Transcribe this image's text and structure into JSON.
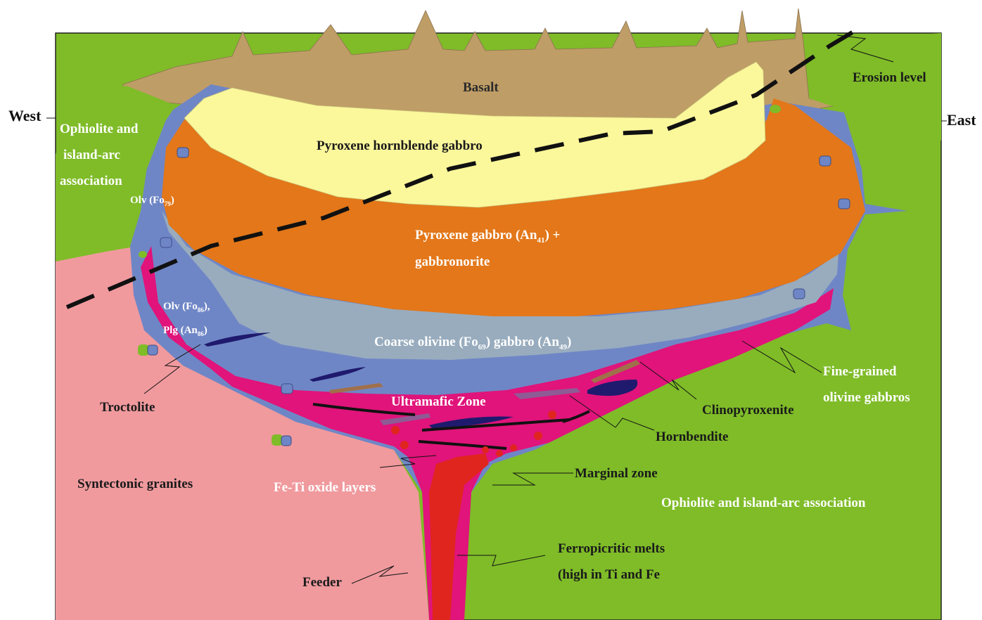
{
  "orientation": {
    "west": "West",
    "east": "East"
  },
  "colors": {
    "host_green": "#7fbc28",
    "granite_pink": "#f09a9e",
    "basalt_tan": "#bf9d66",
    "margin_blue": "#6f86c6",
    "hornblende_yellow": "#fbf79b",
    "gabbro_orange": "#e37719",
    "olivine_grey": "#98acbe",
    "ultramafic_magenta": "#e0147a",
    "feeder_red": "#e0251f",
    "oxide_dark": "#1f1a6e",
    "hornblendite_brown": "#a0704a",
    "clinopyroxenite_purple": "#8e5b95"
  },
  "labels": {
    "basalt": "Basalt",
    "erosion_level": "Erosion level",
    "ophiolite_west_1": "Ophiolite and",
    "ophiolite_west_2": "island-arc",
    "ophiolite_west_3": "association",
    "olv_fo79_prefix": "Olv (Fo",
    "olv_fo79_sub": "79",
    "olv_fo79_suffix": ")",
    "pyroxene_hornblende": "Pyroxene hornblende gabbro",
    "pyroxene_gabbro_prefix": "Pyroxene gabbro (An",
    "pyroxene_gabbro_sub": "41",
    "pyroxene_gabbro_suffix": ") +",
    "gabbronorite": "gabbronorite",
    "olv_fo86_prefix": "Olv (Fo",
    "olv_fo86_sub": "86",
    "olv_fo86_suffix": "),",
    "plg_an86_prefix": "Plg (An",
    "plg_an86_sub": "86",
    "plg_an86_suffix": ")",
    "coarse_olivine_p1": "Coarse olivine (Fo",
    "coarse_olivine_sub1": "69",
    "coarse_olivine_p2": ") gabbro (An",
    "coarse_olivine_sub2": "49",
    "coarse_olivine_p3": ")",
    "troctolite": "Troctolite",
    "ultramafic_zone": "Ultramafic  Zone",
    "clinopyroxenite": "Clinopyroxenite",
    "fine_grained_1": "Fine-grained",
    "fine_grained_2": "olivine gabbros",
    "hornbendite": "Hornbendite",
    "marginal_zone": "Marginal zone",
    "syntectonic_granites": "Syntectonic granites",
    "fe_ti_oxide": "Fe-Ti oxide layers",
    "ophiolite_east": "Ophiolite and island-arc association",
    "ferropicritic_1": "Ferropicritic melts",
    "ferropicritic_2": "(high in Ti and Fe",
    "feeder": "Feeder"
  }
}
